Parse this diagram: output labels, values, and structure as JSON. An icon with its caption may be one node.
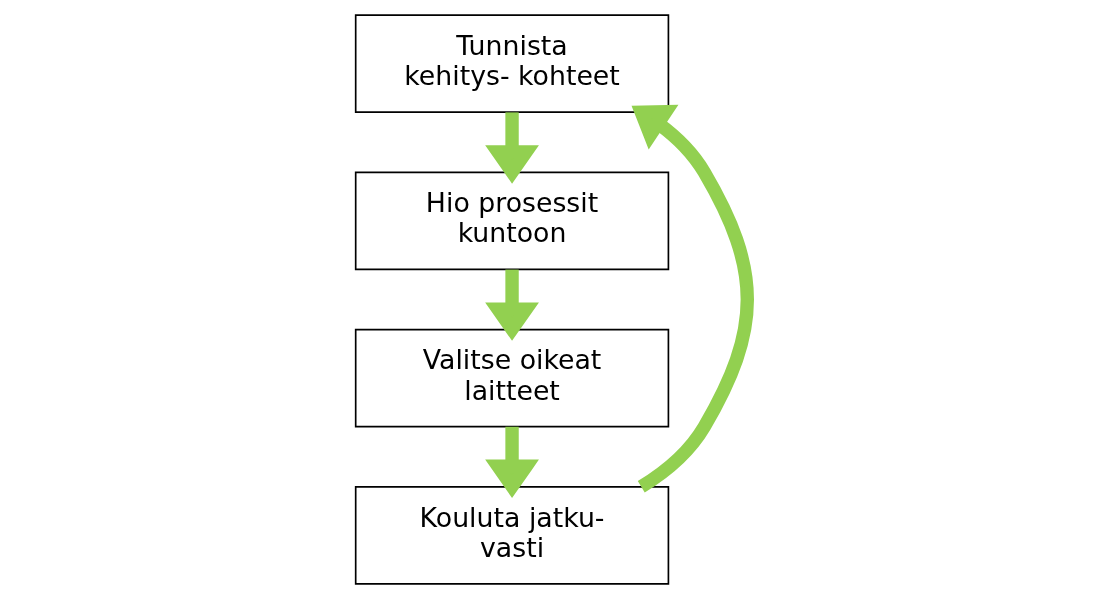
{
  "diagram": {
    "nodes": [
      {
        "text": [
          "Tunnista kehitys- kohteet"
        ]
      },
      {
        "text": [
          "Hio prosessit kuntoon"
        ]
      },
      {
        "text": [
          "Valitse oikeat laitteet"
        ]
      },
      {
        "text": [
          "Kouluta jatku- vasti"
        ]
      }
    ],
    "edges": [
      {
        "from": 0,
        "to": 1,
        "arrow": "to",
        "color": "#92d050"
      },
      {
        "from": 1,
        "to": 2,
        "arrow": "to",
        "color": "#92d050"
      },
      {
        "from": 2,
        "to": 3,
        "arrow": "to",
        "color": "#92d050"
      },
      {
        "from": 3,
        "to": 0,
        "arrow": "to",
        "color": "#92d050"
      }
    ]
  }
}
